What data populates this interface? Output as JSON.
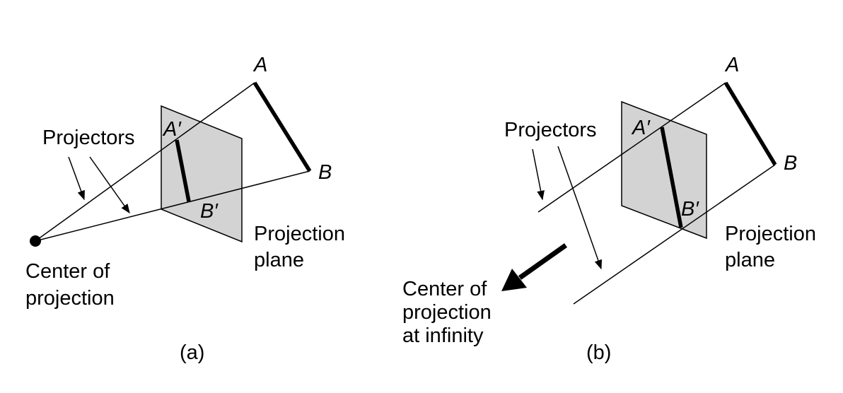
{
  "panel_a": {
    "caption": "(a)",
    "projectors_label": "Projectors",
    "point_a": "A",
    "point_b": "B",
    "point_a_proj": "A′",
    "point_b_proj": "B′",
    "plane_line1": "Projection",
    "plane_line2": "plane",
    "center_line1": "Center of",
    "center_line2": "projection"
  },
  "panel_b": {
    "caption": "(b)",
    "projectors_label": "Projectors",
    "point_a": "A",
    "point_b": "B",
    "point_a_proj": "A′",
    "point_b_proj": "B′",
    "plane_line1": "Projection",
    "plane_line2": "plane",
    "center_line1": "Center of",
    "center_line2": "projection",
    "center_line3": "at infinity"
  },
  "colors": {
    "plane_fill": "#d3d3d3",
    "line": "#000000"
  }
}
